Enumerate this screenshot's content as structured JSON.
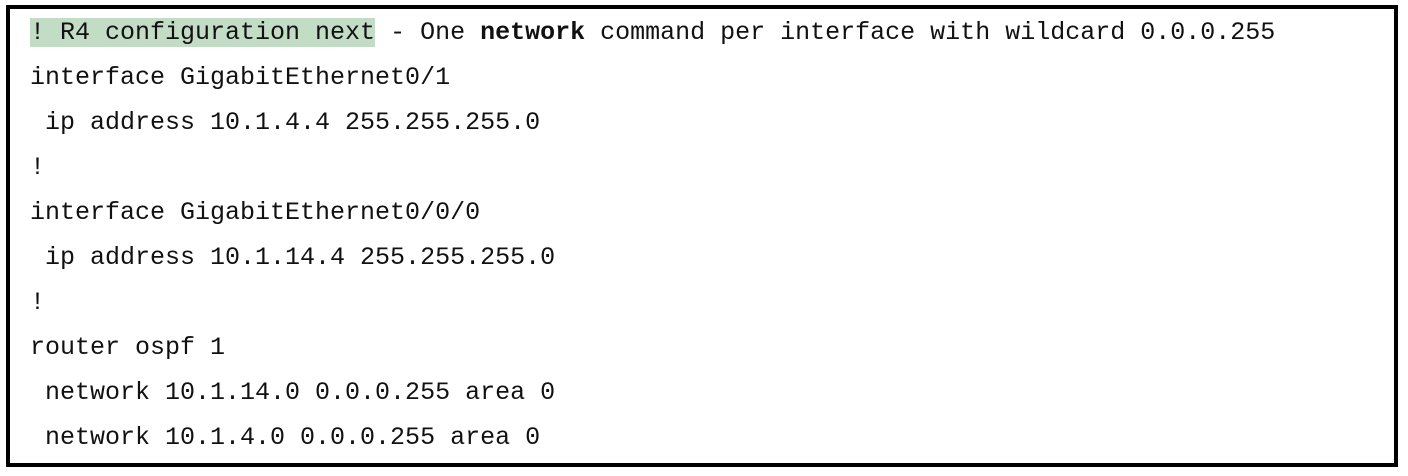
{
  "listing": {
    "comment": {
      "highlighted": "! R4 configuration next",
      "middle": " - One ",
      "keyword": "network",
      "rest": " command per interface with wildcard 0.0.0.255"
    },
    "lines": [
      "interface GigabitEthernet0/1",
      " ip address 10.1.4.4 255.255.255.0",
      "!",
      "interface GigabitEthernet0/0/0",
      " ip address 10.1.14.4 255.255.255.0",
      "!",
      "router ospf 1",
      " network 10.1.14.0 0.0.0.255 area 0",
      " network 10.1.4.0 0.0.0.255 area 0"
    ],
    "colors": {
      "highlight": "#c3dcc6",
      "border": "#000000",
      "text": "#111111"
    }
  }
}
